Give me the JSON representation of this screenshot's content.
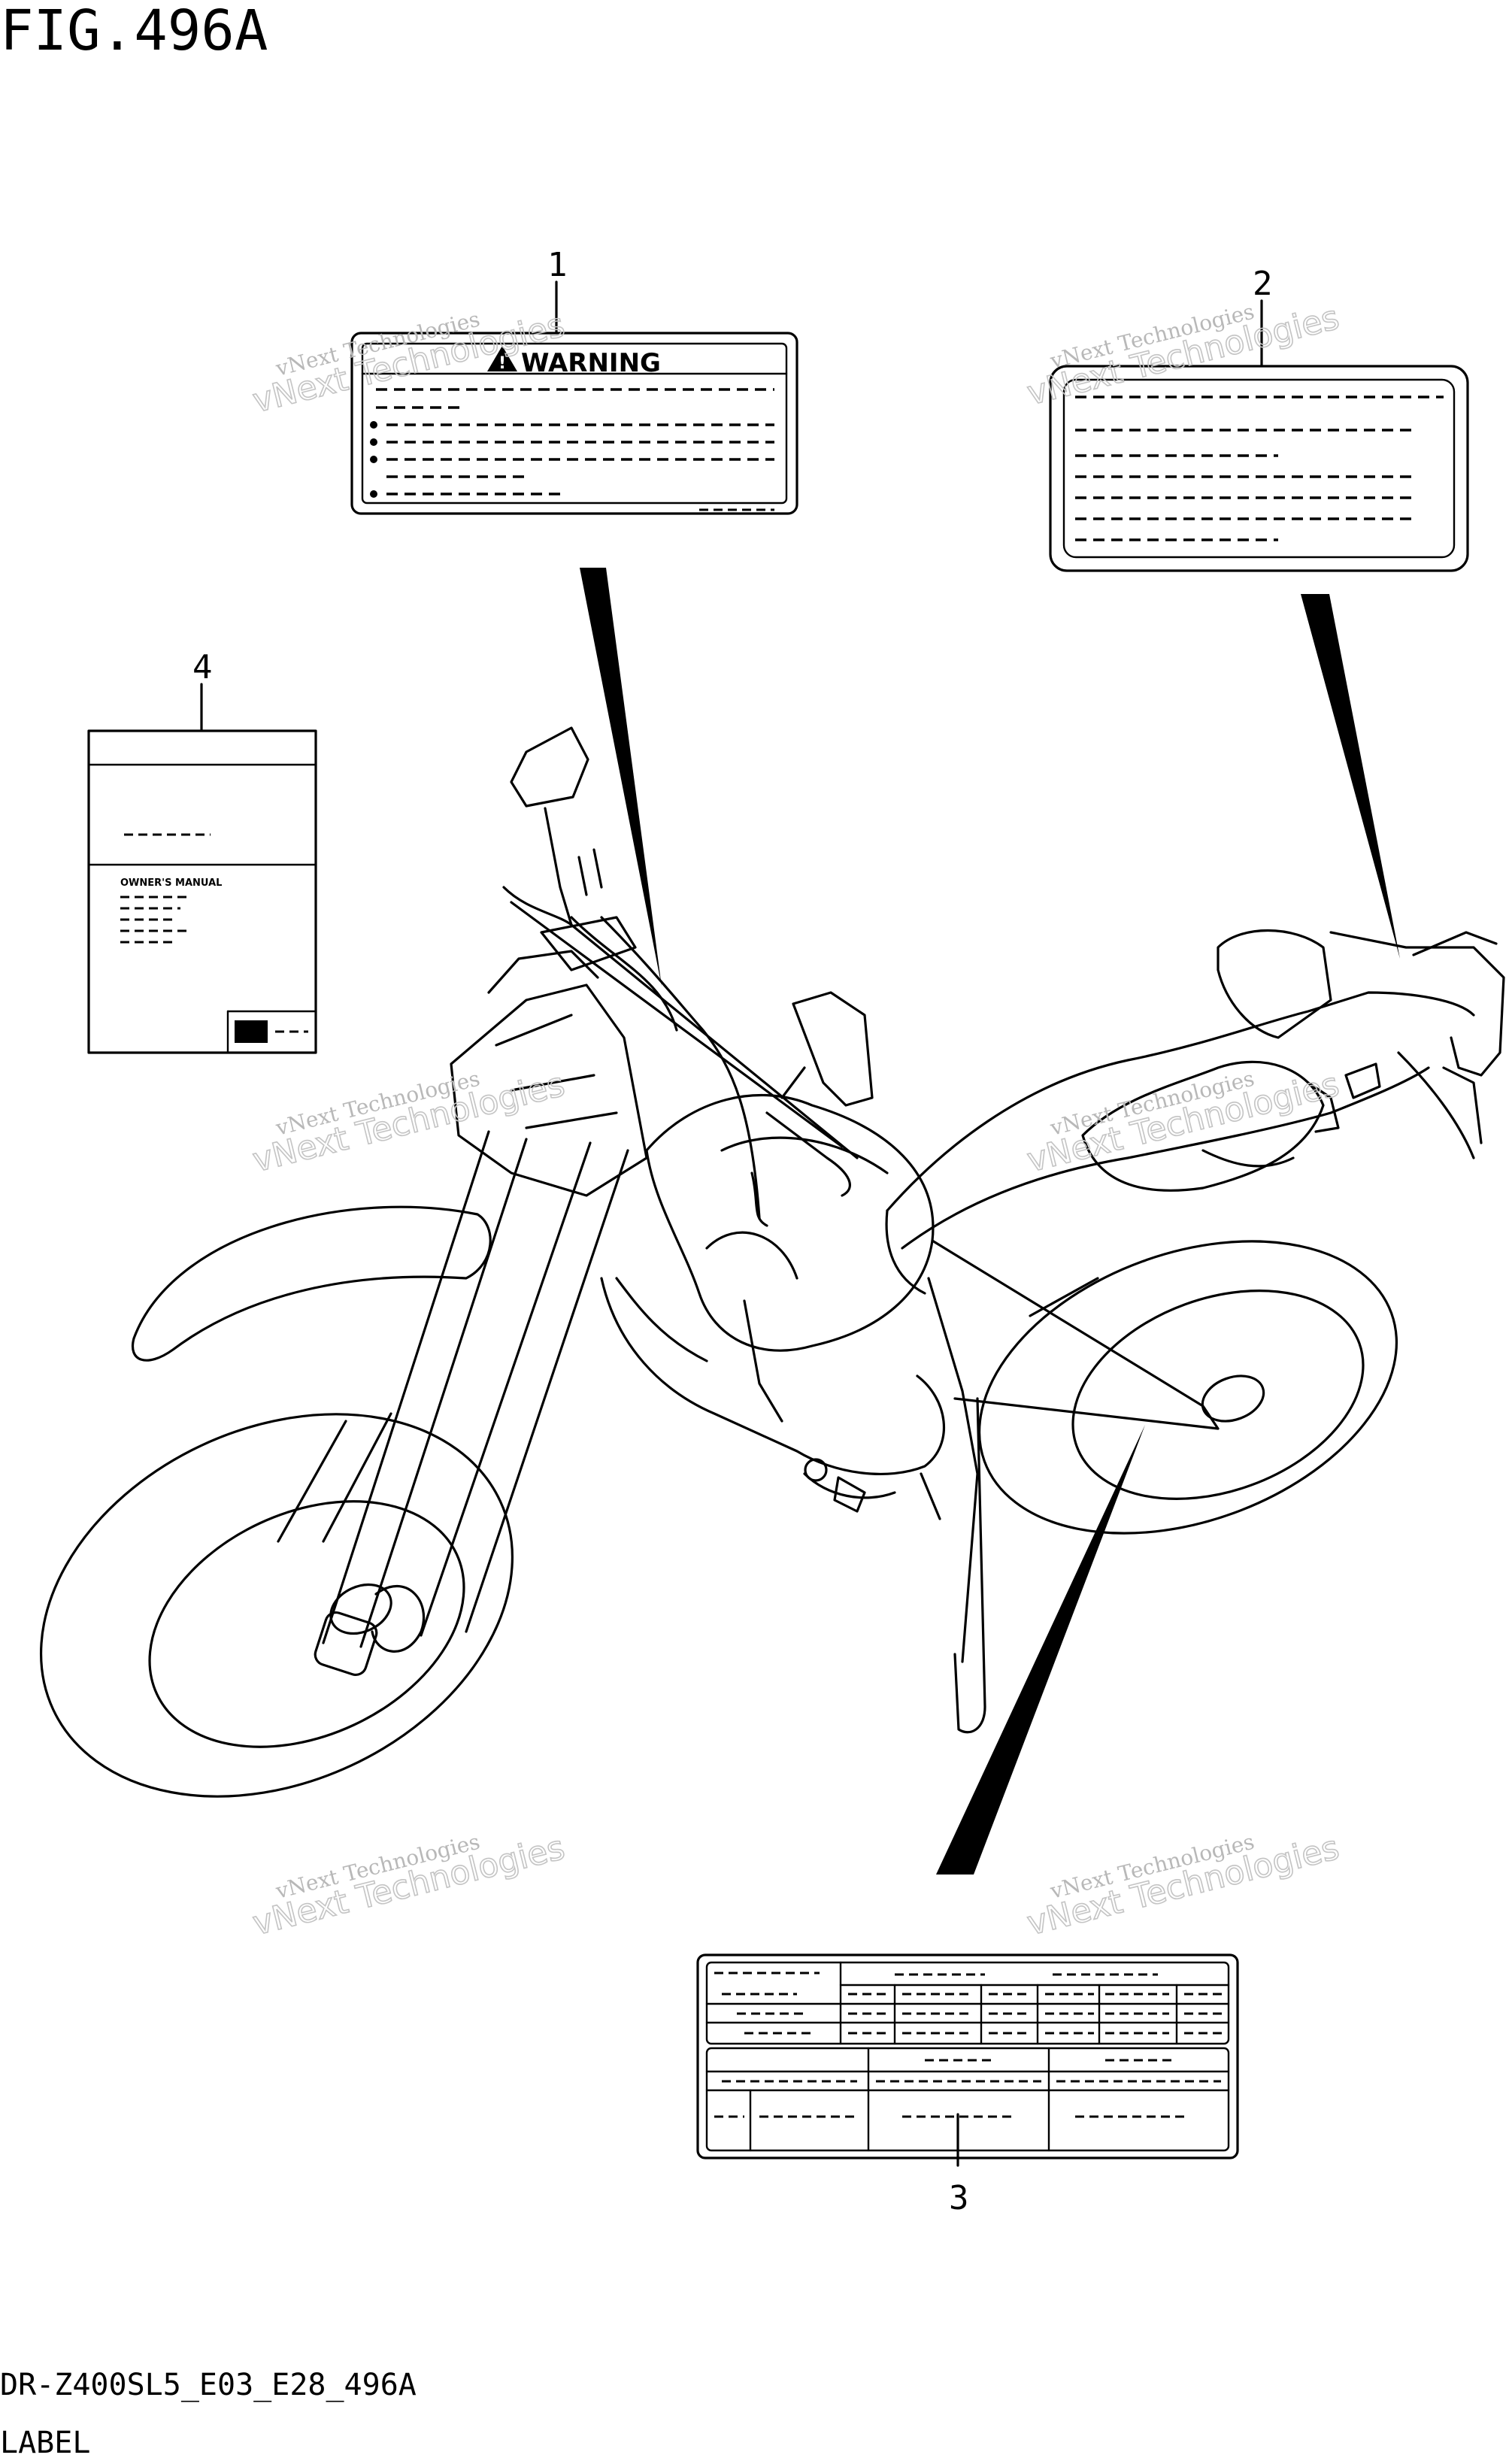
{
  "figure": {
    "title": "FIG.496A",
    "code": "DR-Z400SL5_E03_E28_496A",
    "name": "LABEL"
  },
  "callouts": [
    {
      "id": "1"
    },
    {
      "id": "2"
    },
    {
      "id": "3"
    },
    {
      "id": "4"
    }
  ],
  "label_warning": {
    "heading": "WARNING"
  },
  "owners_manual": {
    "heading": "OWNER'S MANUAL"
  },
  "watermark": {
    "line1": "vNext Technologies",
    "line2": "vNext Technologies"
  }
}
